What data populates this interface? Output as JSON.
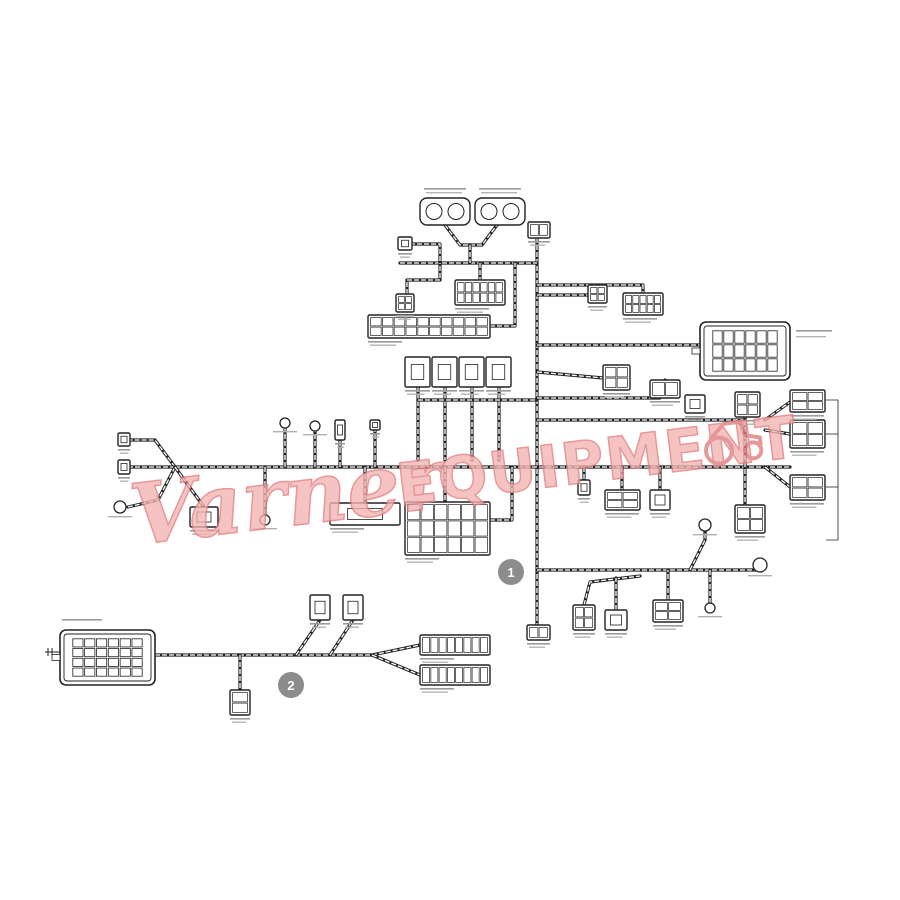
{
  "diagram": {
    "callouts": [
      {
        "label": "1"
      },
      {
        "label": "2"
      }
    ]
  },
  "watermark": {
    "script_text": "Varner",
    "block_text": "EQUIPMENT"
  },
  "colors": {
    "line": "#222222",
    "connector_fill": "#ffffff",
    "callout_fill": "#8c8c8c",
    "callout_text": "#ffffff",
    "watermark_fill": "#f4b3b3",
    "watermark_stroke": "#e07c7c"
  }
}
